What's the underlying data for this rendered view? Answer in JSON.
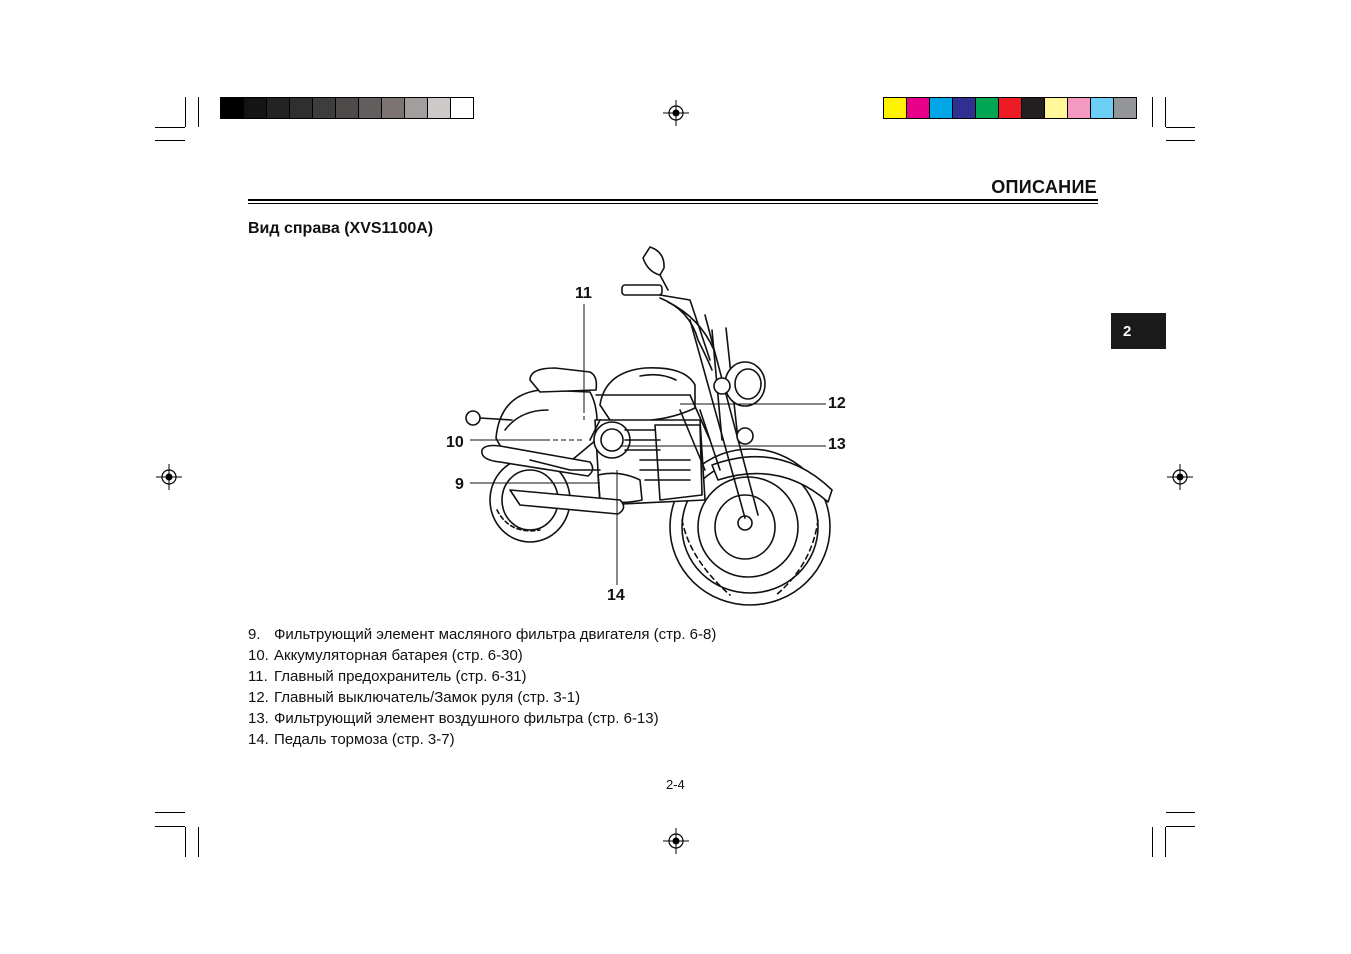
{
  "header": {
    "section_title": "ОПИСАНИЕ"
  },
  "subtitle": "Вид справа (XVS1100A)",
  "chapter_tab": "2",
  "callouts": [
    "11",
    "12",
    "10",
    "13",
    "9",
    "14"
  ],
  "legend": [
    {
      "num": "9.",
      "text": "Фильтрующий элемент масляного фильтра двигателя (стр. 6-8)"
    },
    {
      "num": "10.",
      "text": "Аккумуляторная батарея (стр. 6-30)"
    },
    {
      "num": "11.",
      "text": "Главный предохранитель (стр. 6-31)"
    },
    {
      "num": "12.",
      "text": "Главный выключатель/Замок руля (стр. 3-1)"
    },
    {
      "num": "13.",
      "text": "Фильтрующий элемент воздушного фильтра (стр. 6-13)"
    },
    {
      "num": "14.",
      "text": "Педаль тормоза (стр. 3-7)"
    }
  ],
  "page_number": "2-4",
  "gray_bar_colors": [
    "#000000",
    "#141414",
    "#232323",
    "#2f2f2f",
    "#3d3d3d",
    "#4e4a49",
    "#625e5d",
    "#7b7473",
    "#a29e9d",
    "#cdc9c8",
    "#ffffff"
  ],
  "color_bar_colors": [
    "#fff200",
    "#e8008a",
    "#00a6e6",
    "#2e3192",
    "#00a651",
    "#ed1c24",
    "#231f20",
    "#fff799",
    "#f49ac1",
    "#6dcff6",
    "#939598"
  ]
}
